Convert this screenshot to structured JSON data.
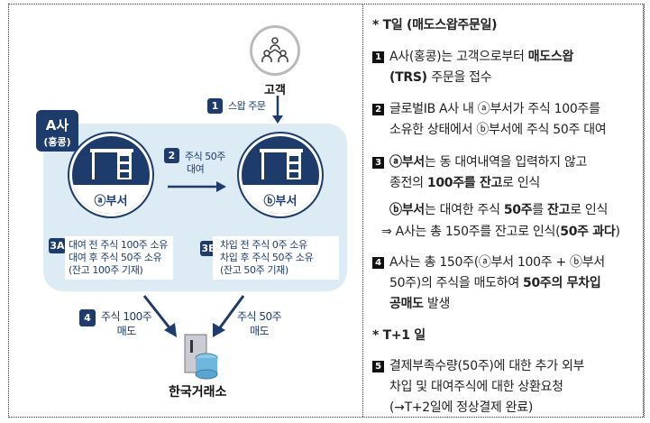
{
  "diagram": {
    "customer_label": "고객",
    "company_label": "A사",
    "company_sub": "(홍콩)",
    "dept_a": "ⓐ부서",
    "dept_b": "ⓑ부서",
    "exchange_label": "한국거래소",
    "steps": {
      "s1": {
        "badge": "1",
        "text": "스왑 주문"
      },
      "s2": {
        "badge": "2",
        "line1": "주식 50주",
        "line2": "대여"
      },
      "s3a": {
        "badge": "3A",
        "line1": "대여 전 주식 100주 소유",
        "line2": "대여 후 주식 50주 소유",
        "line3": "(잔고 100주 기재)"
      },
      "s3b": {
        "badge": "3B",
        "line1": "차입 전 주식 0주 소유",
        "line2": "차입 후 주식 50주 소유",
        "line3": "(잔고 50주 기재)"
      },
      "s4": {
        "badge": "4",
        "left1": "주식 100주",
        "left2": "매도",
        "right1": "주식 50주",
        "right2": "매도"
      }
    },
    "colors": {
      "navy": "#1d3c6b",
      "region": "#dcebf4"
    }
  },
  "panel": {
    "t_header": "* T일 (매도스왑주문일)",
    "i1": {
      "num": "1",
      "l1a": "A사(홍콩)는  고객으로부터  ",
      "l1b": "매도스왑",
      "l2a": "(TRS) ",
      "l2b": "주문을 접수"
    },
    "i2": {
      "num": "2",
      "l1": "글로벌IB A사 내 ⓐ부서가 주식 100주를",
      "l2": "소유한 상태에서 ⓑ부서에 주식 50주 대여"
    },
    "i3": {
      "num": "3",
      "l1a": "ⓐ부서",
      "l1b": "는 동 대여내역을 입력하지 않고",
      "l2a": "종전의 ",
      "l2b": "100주를 잔고",
      "l2c": "로 인식",
      "l3a": "ⓑ부서",
      "l3b": "는 대여한 주식 ",
      "l3c": "50주",
      "l3d": "를 ",
      "l3e": "잔고",
      "l3f": "로 인식",
      "l4a": "⇒  A사는 총 150주를 잔고로 인식(",
      "l4b": "50주 과다",
      "l4c": ")"
    },
    "i4": {
      "num": "4",
      "l1": "A사는 총 150주(ⓐ부서 100주 + ⓑ부서",
      "l2a": "50주)의 주식을 매도하여 ",
      "l2b": "50주의 무차입",
      "l3a": "공매도",
      "l3b": " 발생"
    },
    "t1_header": "* T+1 일",
    "i5": {
      "num": "5",
      "l1": "결제부족수량(50주)에 대한 추가 외부",
      "l2": "차입 및 대여주식에 대한 상환요청",
      "l3": "(→T+2일에 정상결제 완료)"
    }
  }
}
